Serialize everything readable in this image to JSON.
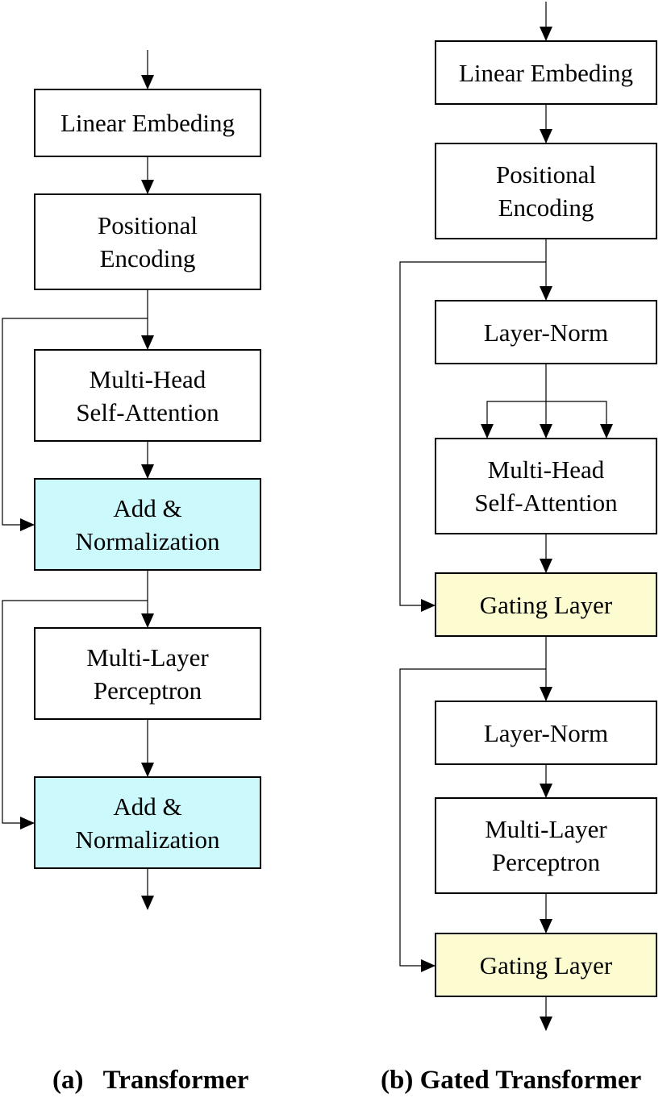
{
  "transformer": {
    "linear_embedding": "Linear Embeding",
    "positional_line1": "Positional",
    "positional_line2": "Encoding",
    "mhsa_line1": "Multi-Head",
    "mhsa_line2": "Self-Attention",
    "add_norm1_line1": "Add &",
    "add_norm1_line2": "Normalization",
    "mlp_line1": "Multi-Layer",
    "mlp_line2": "Perceptron",
    "add_norm2_line1": "Add &",
    "add_norm2_line2": "Normalization",
    "caption": "(a)   Transformer"
  },
  "gated": {
    "linear_embedding": "Linear Embeding",
    "positional_line1": "Positional",
    "positional_line2": "Encoding",
    "layer_norm1": "Layer-Norm",
    "mhsa_line1": "Multi-Head",
    "mhsa_line2": "Self-Attention",
    "gating1": "Gating Layer",
    "layer_norm2": "Layer-Norm",
    "mlp_line1": "Multi-Layer",
    "mlp_line2": "Perceptron",
    "gating2": "Gating Layer",
    "caption": "(b) Gated Transformer"
  },
  "colors": {
    "add_norm_fill": "#ccf9fb",
    "gating_fill": "#fdfcd1",
    "line": "#000000"
  }
}
